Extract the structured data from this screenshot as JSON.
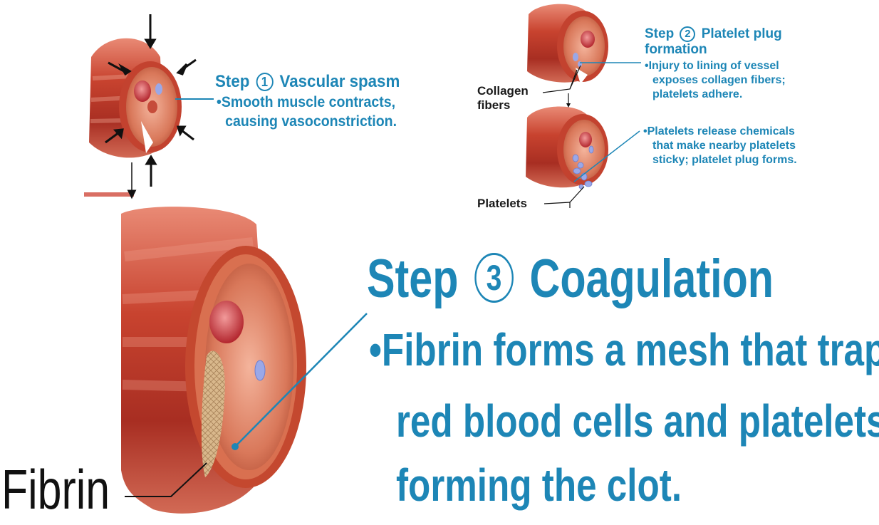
{
  "step1": {
    "step_word": "Step",
    "number": "1",
    "title": "Vascular spasm",
    "bullet_lines": [
      "•Smooth muscle contracts,",
      "causing vasoconstriction."
    ]
  },
  "step2": {
    "step_word": "Step",
    "number": "2",
    "title_line1": "Platelet plug",
    "title_line2": "formation",
    "bullet1_lines": [
      "•Injury to lining of vessel",
      "exposes collagen fibers;",
      "platelets adhere."
    ],
    "bullet2_lines": [
      "•Platelets release chemicals",
      "that make nearby platelets",
      "sticky; platelet plug forms."
    ],
    "labels": {
      "collagen_line1": "Collagen",
      "collagen_line2": "fibers",
      "platelets": "Platelets"
    }
  },
  "step3": {
    "step_word": "Step",
    "number": "3",
    "title": "Coagulation",
    "bullet_lines": [
      "•Fibrin forms a mesh that traps",
      "red blood cells and platelets,",
      "forming the clot."
    ],
    "labels": {
      "fibrin": "Fibrin"
    }
  },
  "colors": {
    "text_blue": "#1d86b6",
    "vessel_red": "#b5372b",
    "vessel_light": "#e7856f",
    "vessel_inner": "#c9603f",
    "platelet": "#9aa8e8",
    "fibrin_mesh": "#c8a47a"
  }
}
